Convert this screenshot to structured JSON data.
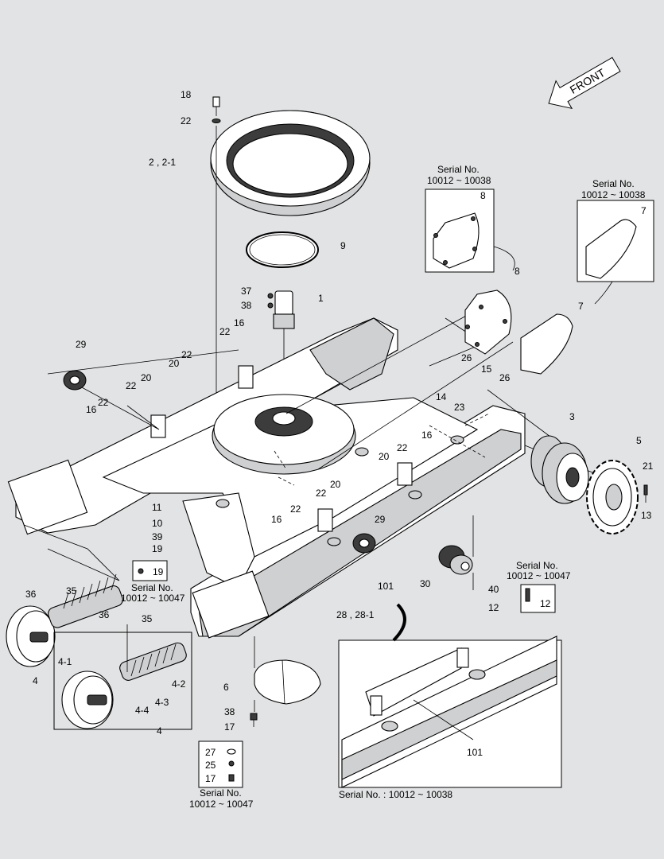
{
  "front_label": "FRONT",
  "part_labels": [
    {
      "id": "p18",
      "text": "18"
    },
    {
      "id": "p22a",
      "text": "22"
    },
    {
      "id": "p2",
      "text": "2 , 2-1"
    },
    {
      "id": "p9",
      "text": "9"
    },
    {
      "id": "p37",
      "text": "37"
    },
    {
      "id": "p38a",
      "text": "38"
    },
    {
      "id": "p1",
      "text": "1"
    },
    {
      "id": "p16a",
      "text": "16"
    },
    {
      "id": "p22b",
      "text": "22"
    },
    {
      "id": "p29a",
      "text": "29"
    },
    {
      "id": "p22c",
      "text": "22"
    },
    {
      "id": "p20a",
      "text": "20"
    },
    {
      "id": "p20b",
      "text": "20"
    },
    {
      "id": "p22d",
      "text": "22"
    },
    {
      "id": "p22e",
      "text": "22"
    },
    {
      "id": "p16b",
      "text": "16"
    },
    {
      "id": "p8b",
      "text": "8"
    },
    {
      "id": "p7b",
      "text": "7"
    },
    {
      "id": "p26a",
      "text": "26"
    },
    {
      "id": "p15",
      "text": "15"
    },
    {
      "id": "p26b",
      "text": "26"
    },
    {
      "id": "p14",
      "text": "14"
    },
    {
      "id": "p23",
      "text": "23"
    },
    {
      "id": "p3",
      "text": "3"
    },
    {
      "id": "p5",
      "text": "5"
    },
    {
      "id": "p21",
      "text": "21"
    },
    {
      "id": "p13",
      "text": "13"
    },
    {
      "id": "p22f",
      "text": "22"
    },
    {
      "id": "p16c",
      "text": "16"
    },
    {
      "id": "p20c",
      "text": "20"
    },
    {
      "id": "p20d",
      "text": "20"
    },
    {
      "id": "p22g",
      "text": "22"
    },
    {
      "id": "p22h",
      "text": "22"
    },
    {
      "id": "p16d",
      "text": "16"
    },
    {
      "id": "p29b",
      "text": "29"
    },
    {
      "id": "p11",
      "text": "11"
    },
    {
      "id": "p10",
      "text": "10"
    },
    {
      "id": "p39",
      "text": "39"
    },
    {
      "id": "p19",
      "text": "19"
    },
    {
      "id": "p101a",
      "text": "101"
    },
    {
      "id": "p30",
      "text": "30"
    },
    {
      "id": "p40",
      "text": "40"
    },
    {
      "id": "p12",
      "text": "12"
    },
    {
      "id": "p28",
      "text": "28 , 28-1"
    },
    {
      "id": "p36a",
      "text": "36"
    },
    {
      "id": "p35a",
      "text": "35"
    },
    {
      "id": "p36b",
      "text": "36"
    },
    {
      "id": "p35b",
      "text": "35"
    },
    {
      "id": "p4a",
      "text": "4"
    },
    {
      "id": "p41",
      "text": "4-1"
    },
    {
      "id": "p42",
      "text": "4-2"
    },
    {
      "id": "p43",
      "text": "4-3"
    },
    {
      "id": "p44",
      "text": "4-4"
    },
    {
      "id": "p4b",
      "text": "4"
    },
    {
      "id": "p6",
      "text": "6"
    },
    {
      "id": "p38b",
      "text": "38"
    },
    {
      "id": "p17a",
      "text": "17"
    },
    {
      "id": "p101b",
      "text": "101"
    }
  ],
  "callouts": {
    "cover8": {
      "serial_title": "Serial No.",
      "serial_range": "10012 ~ 10038",
      "part": "8"
    },
    "cover7": {
      "serial_title": "Serial No.",
      "serial_range": "10012 ~ 10038",
      "part": "7"
    },
    "bolt19": {
      "part": "19",
      "serial_title": "Serial No.",
      "serial_range": "10012 ~ 10047"
    },
    "bolt12": {
      "part": "12",
      "serial_title": "Serial No.",
      "serial_range": "10012 ~ 10047"
    },
    "drain": {
      "items": [
        "27",
        "25",
        "17"
      ],
      "serial_title": "Serial No.",
      "serial_range": "10012 ~ 10047"
    },
    "frame_inset": {
      "serial_text": "Serial No. : 10012 ~ 10038"
    }
  }
}
